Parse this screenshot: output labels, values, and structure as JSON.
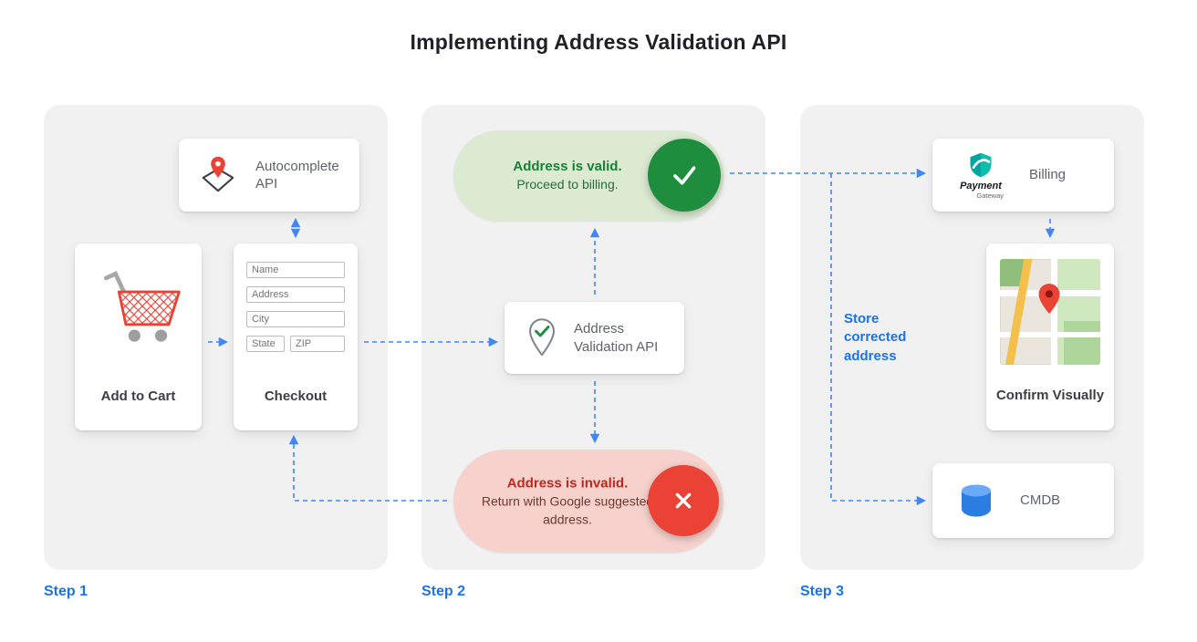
{
  "title": "Implementing Address Validation API",
  "colors": {
    "arrow_blue": "#4285f4",
    "step_blue": "#1a73e8",
    "valid_green": "#1e8e3e",
    "invalid_red": "#ea4335",
    "panel_gray": "#f1f1f1"
  },
  "step1": {
    "label": "Step 1",
    "autocomplete_card": {
      "label": "Autocomplete API",
      "icon": "map-pin-icon"
    },
    "add_to_cart_card": {
      "label": "Add to Cart",
      "icon": "shopping-cart-icon"
    },
    "checkout_card": {
      "label": "Checkout",
      "fields": [
        "Name",
        "Address",
        "City",
        "State",
        "ZIP"
      ]
    }
  },
  "step2": {
    "label": "Step 2",
    "validation_card": {
      "label": "Address Validation API",
      "icon": "pin-check-icon"
    },
    "valid_pill": {
      "title": "Address is valid.",
      "subtitle": "Proceed to billing.",
      "icon": "check-circle-icon"
    },
    "invalid_pill": {
      "title": "Address is invalid.",
      "subtitle": "Return with Google suggested address.",
      "icon": "x-circle-icon"
    }
  },
  "step3": {
    "label": "Step 3",
    "billing_card": {
      "label": "Billing",
      "logo_title": "Payment",
      "logo_subtitle": "Gateway",
      "icon": "payment-gateway-icon"
    },
    "confirm_card": {
      "label": "Confirm Visually",
      "icon": "map-image"
    },
    "cmdb_card": {
      "label": "CMDB",
      "icon": "database-icon"
    },
    "store_note": "Store corrected address"
  }
}
